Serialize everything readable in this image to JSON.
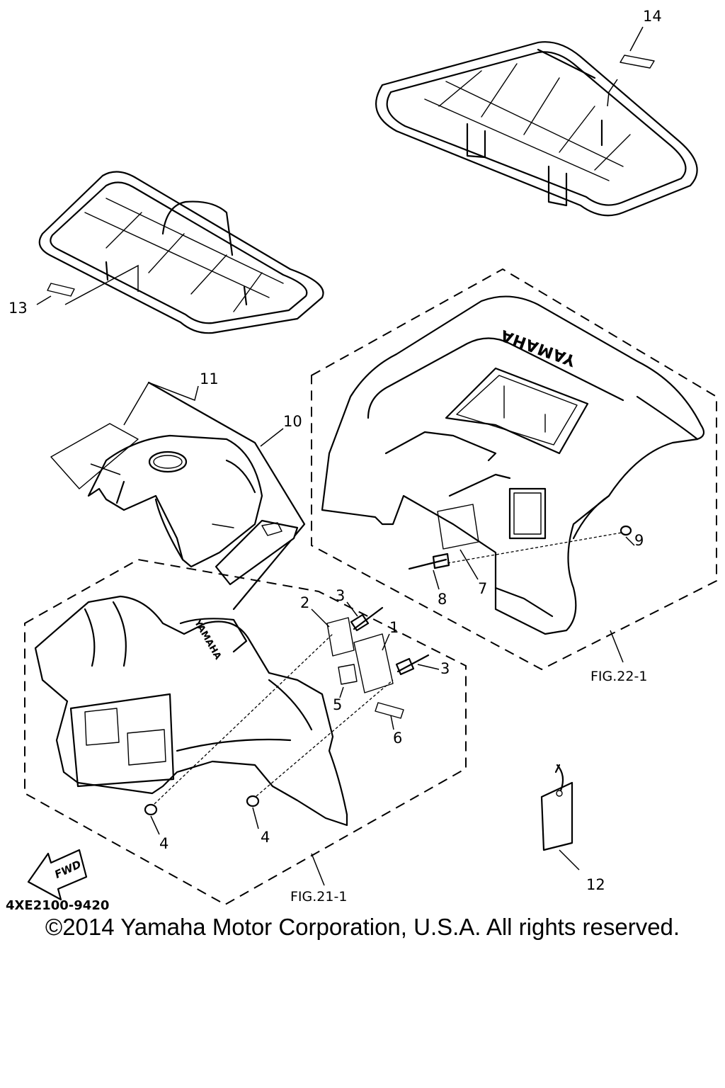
{
  "diagram": {
    "callouts": [
      {
        "id": "1",
        "label": "1"
      },
      {
        "id": "2",
        "label": "2"
      },
      {
        "id": "3a",
        "label": "3"
      },
      {
        "id": "3b",
        "label": "3"
      },
      {
        "id": "4a",
        "label": "4"
      },
      {
        "id": "4b",
        "label": "4"
      },
      {
        "id": "5",
        "label": "5"
      },
      {
        "id": "6",
        "label": "6"
      },
      {
        "id": "7",
        "label": "7"
      },
      {
        "id": "8",
        "label": "8"
      },
      {
        "id": "9",
        "label": "9"
      },
      {
        "id": "10",
        "label": "10"
      },
      {
        "id": "11",
        "label": "11"
      },
      {
        "id": "12",
        "label": "12"
      },
      {
        "id": "13",
        "label": "13"
      },
      {
        "id": "14",
        "label": "14"
      }
    ],
    "figure_refs": {
      "front": "FIG.21-1",
      "rear": "FIG.22-1"
    },
    "part_number": "4XE2100-9420",
    "direction_label": "FWD",
    "fender_brand_rear": "YAMAHA",
    "fender_brand_front": "YAMAHA"
  },
  "footer": {
    "copyright": "©2014 Yamaha Motor Corporation, U.S.A. All rights reserved."
  }
}
